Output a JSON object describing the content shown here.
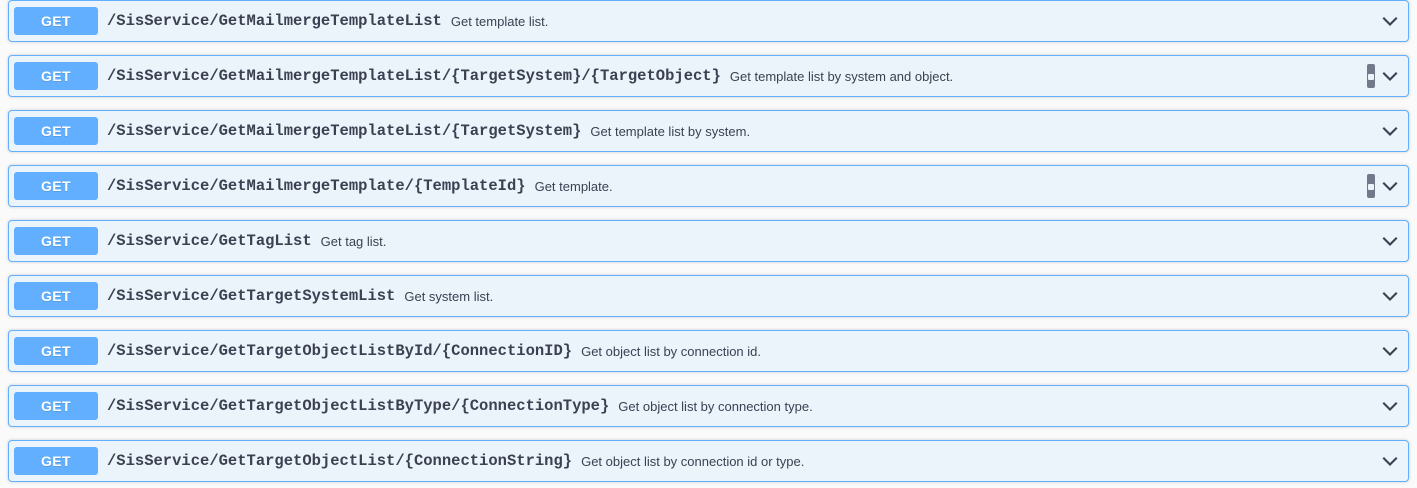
{
  "page": {
    "background": "#fafafa",
    "method_color": "#61affe",
    "row_background": "#ebf3fb",
    "row_border": "#61affe",
    "text_color": "#3b4151"
  },
  "operations": [
    {
      "method": "GET",
      "path": "/SisService/GetMailmergeTemplateList",
      "summary": "Get template list.",
      "lock": false,
      "chevron": "chevron-down-icon"
    },
    {
      "method": "GET",
      "path": "/SisService/GetMailmergeTemplateList/{TargetSystem}/{TargetObject}",
      "summary": "Get template list by system and object.",
      "lock": true,
      "chevron": "chevron-down-icon"
    },
    {
      "method": "GET",
      "path": "/SisService/GetMailmergeTemplateList/{TargetSystem}",
      "summary": "Get template list by system.",
      "lock": false,
      "chevron": "chevron-down-icon"
    },
    {
      "method": "GET",
      "path": "/SisService/GetMailmergeTemplate/{TemplateId}",
      "summary": "Get template.",
      "lock": true,
      "chevron": "chevron-down-icon"
    },
    {
      "method": "GET",
      "path": "/SisService/GetTagList",
      "summary": "Get tag list.",
      "lock": false,
      "chevron": "chevron-down-icon"
    },
    {
      "method": "GET",
      "path": "/SisService/GetTargetSystemList",
      "summary": "Get system list.",
      "lock": false,
      "chevron": "chevron-down-icon"
    },
    {
      "method": "GET",
      "path": "/SisService/GetTargetObjectListById/{ConnectionID}",
      "summary": "Get object list by connection id.",
      "lock": false,
      "chevron": "chevron-down-icon"
    },
    {
      "method": "GET",
      "path": "/SisService/GetTargetObjectListByType/{ConnectionType}",
      "summary": "Get object list by connection type.",
      "lock": false,
      "chevron": "chevron-down-icon"
    },
    {
      "method": "GET",
      "path": "/SisService/GetTargetObjectList/{ConnectionString}",
      "summary": "Get object list by connection id or type.",
      "lock": false,
      "chevron": "chevron-down-icon"
    }
  ]
}
